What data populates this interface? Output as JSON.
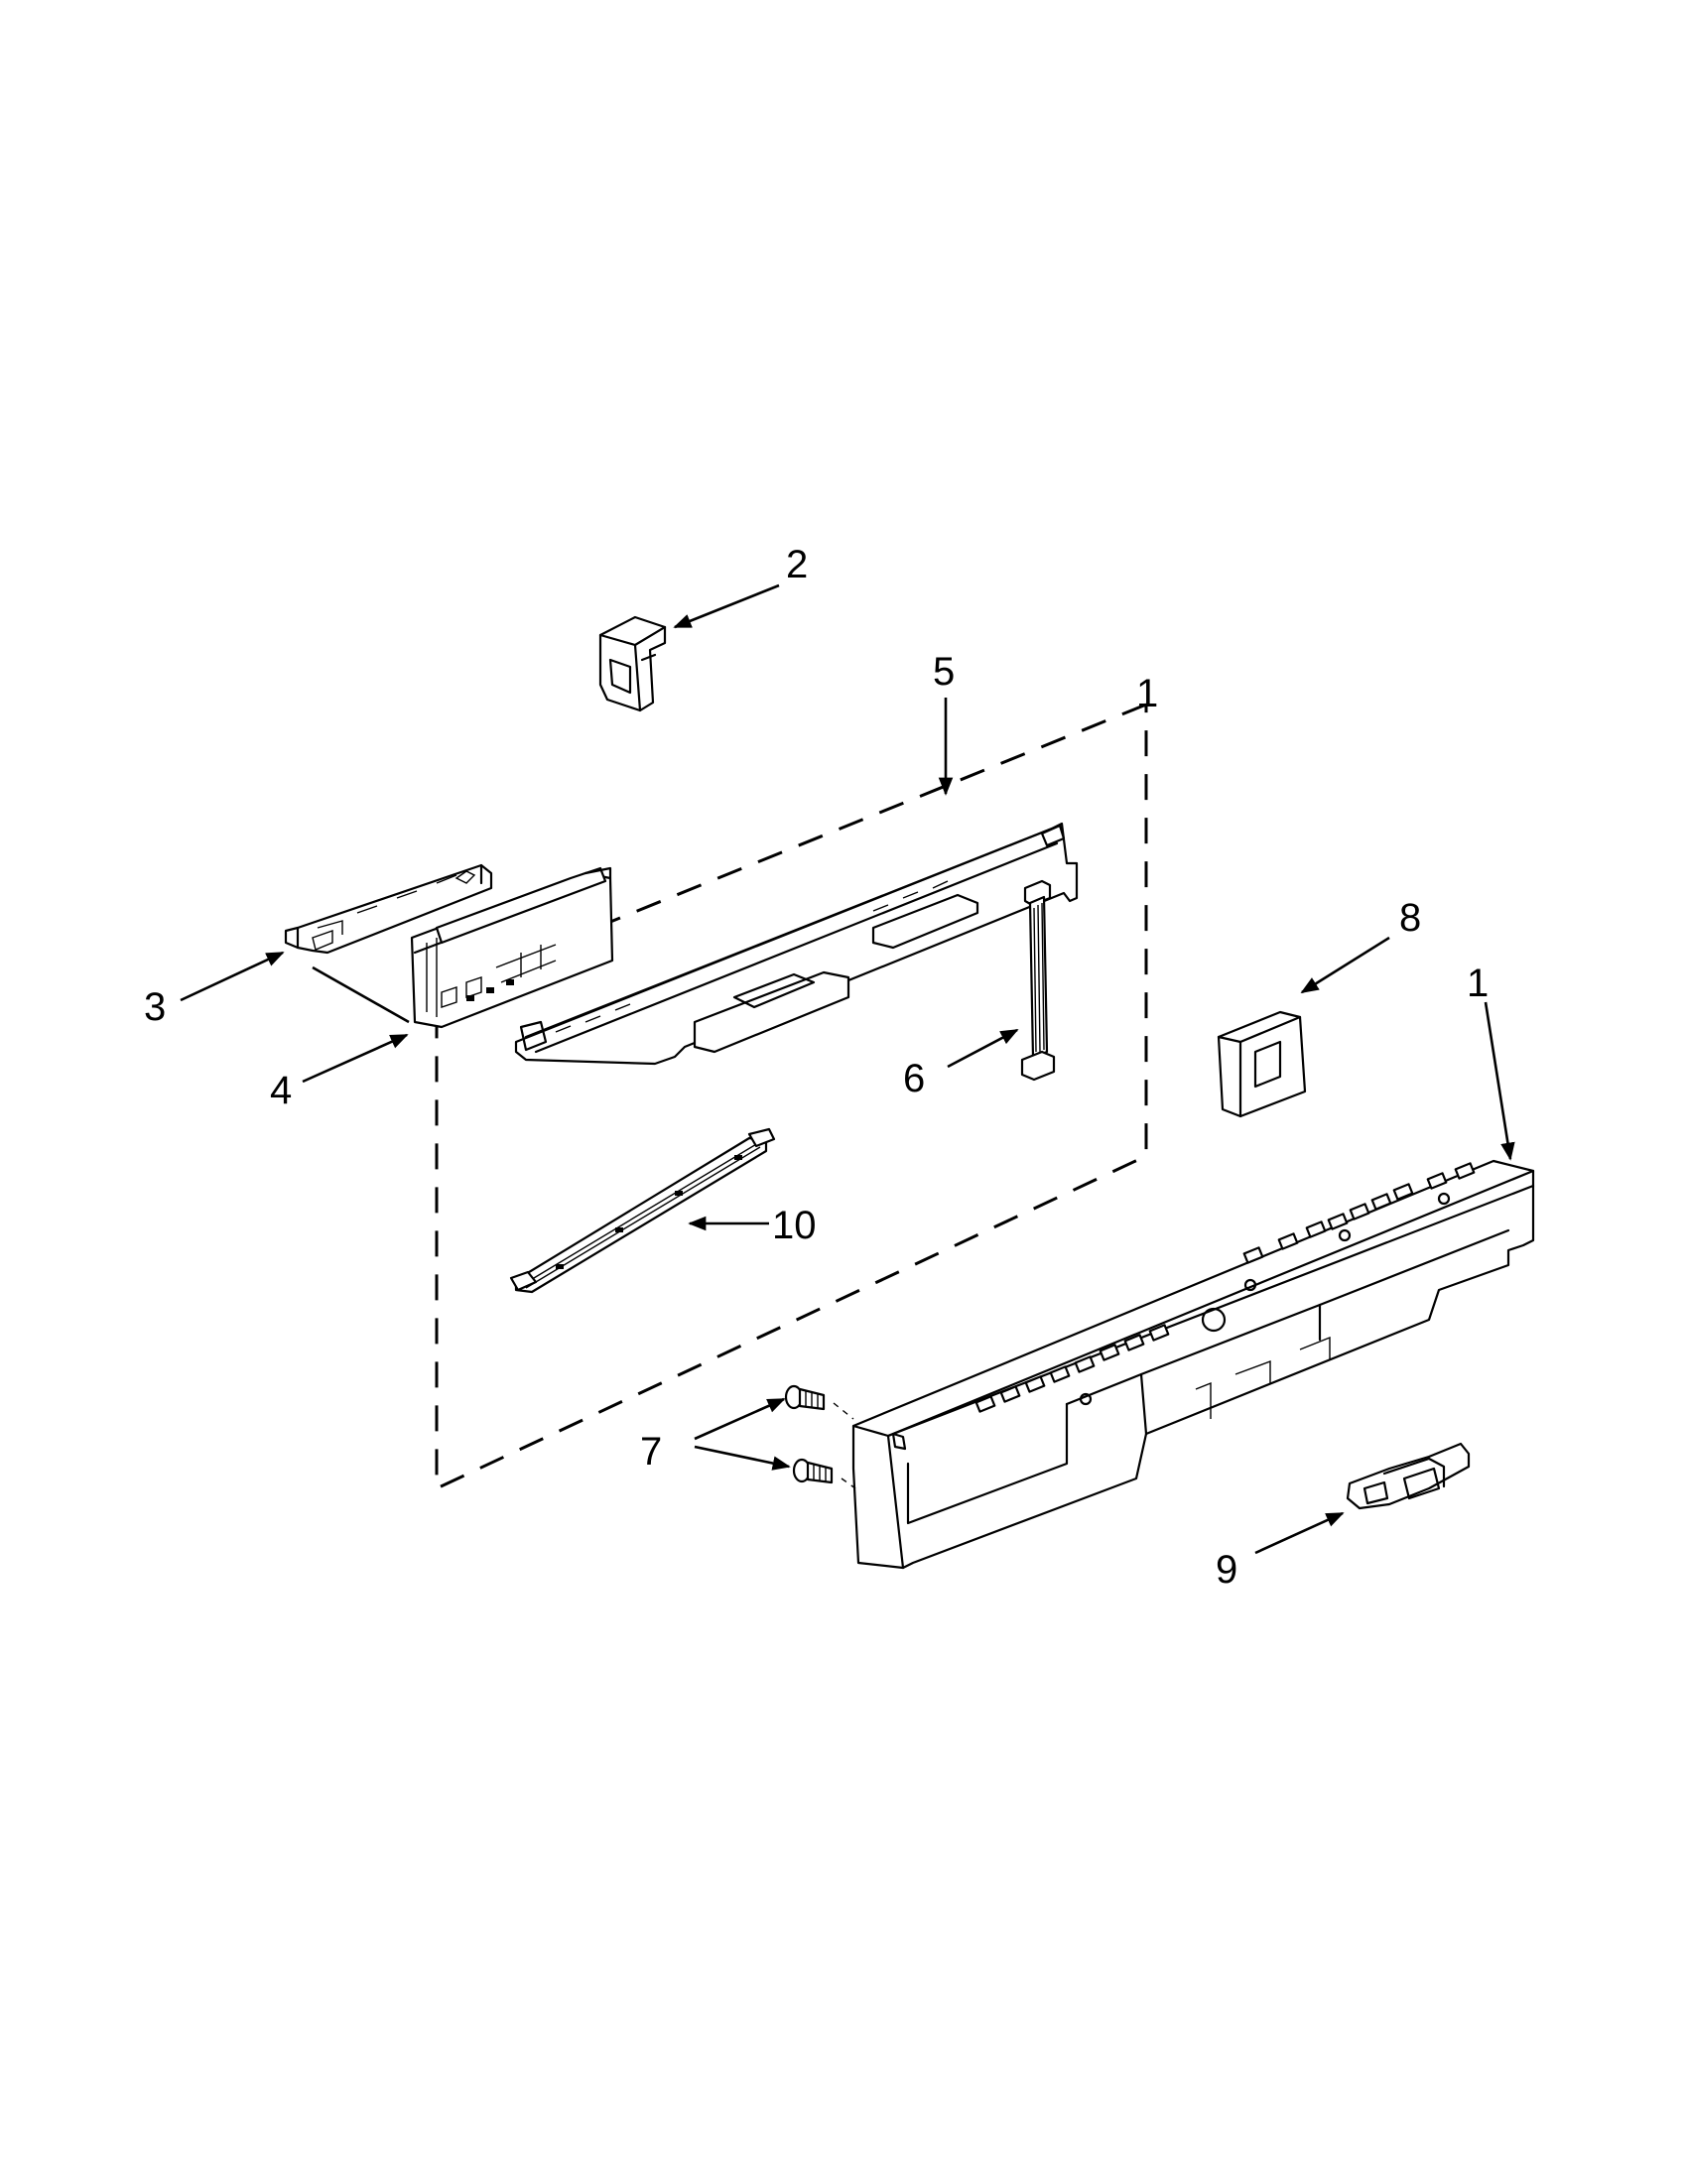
{
  "diagram": {
    "callouts": [
      {
        "id": "1",
        "label": "1"
      },
      {
        "id": "2",
        "label": "2"
      },
      {
        "id": "3",
        "label": "3"
      },
      {
        "id": "4",
        "label": "4"
      },
      {
        "id": "5",
        "label": "5"
      },
      {
        "id": "6",
        "label": "6"
      },
      {
        "id": "7",
        "label": "7"
      },
      {
        "id": "8",
        "label": "8"
      },
      {
        "id": "9",
        "label": "9"
      },
      {
        "id": "10",
        "label": "10"
      }
    ],
    "group_marker": "1"
  }
}
